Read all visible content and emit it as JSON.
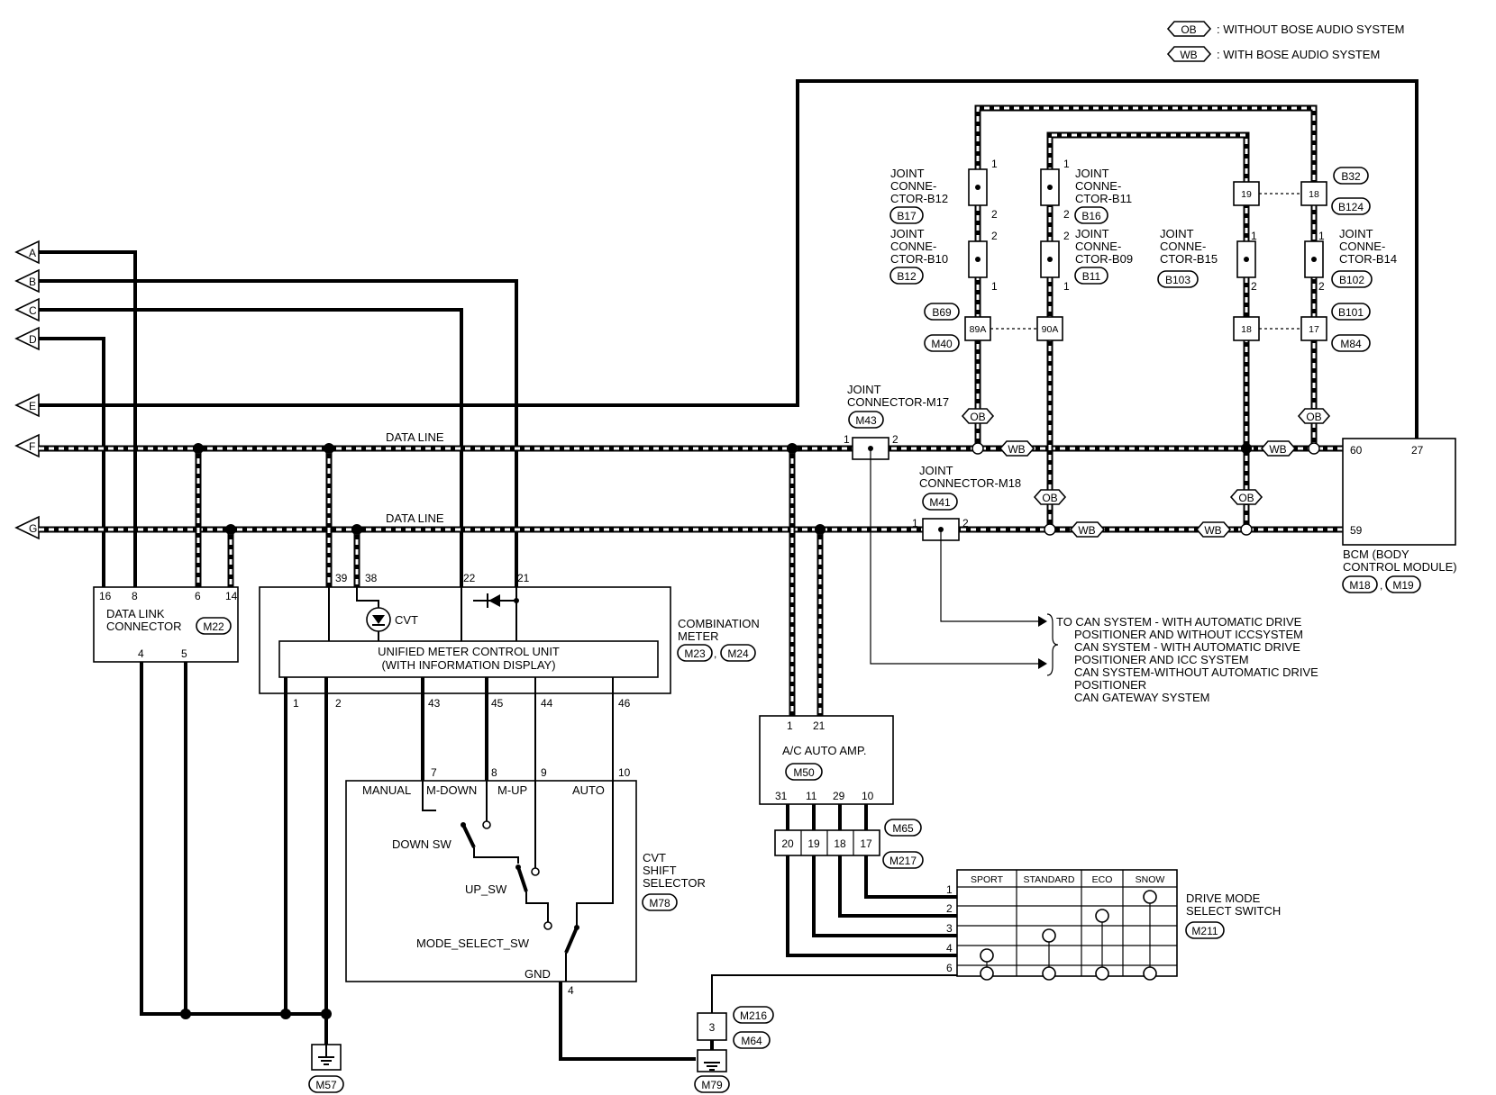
{
  "legend": {
    "ob_tag": "OB",
    "ob_text": ": WITHOUT BOSE AUDIO SYSTEM",
    "wb_tag": "WB",
    "wb_text": ": WITH BOSE AUDIO SYSTEM"
  },
  "offpage": [
    "A",
    "B",
    "C",
    "D",
    "E",
    "F",
    "G"
  ],
  "data_line": "DATA LINE",
  "joints": {
    "b12": [
      "JOINT",
      "CONNE-",
      "CTOR-B12"
    ],
    "b12_code": "B17",
    "b11": [
      "JOINT",
      "CONNE-",
      "CTOR-B11"
    ],
    "b11_code": "B16",
    "b10": [
      "JOINT",
      "CONNE-",
      "CTOR-B10"
    ],
    "b10_code": "B12",
    "b09": [
      "JOINT",
      "CONNE-",
      "CTOR-B09"
    ],
    "b09_code": "B11",
    "b15": [
      "JOINT",
      "CONNE-",
      "CTOR-B15"
    ],
    "b15_code": "B103",
    "b14": [
      "JOINT",
      "CONNE-",
      "CTOR-B14"
    ],
    "b14_code": "B102",
    "m17": [
      "JOINT",
      "CONNECTOR-M17"
    ],
    "m17_code": "M43",
    "m18": [
      "JOINT",
      "CONNECTOR-M18"
    ],
    "m18_code": "M41"
  },
  "inline": {
    "c19": "19",
    "c18a": "18",
    "c89a": "89A",
    "c90a": "90A",
    "c18b": "18",
    "c17": "17",
    "b32": "B32",
    "b124": "B124",
    "b69": "B69",
    "m40": "M40",
    "b101": "B101",
    "m84": "M84"
  },
  "pins": {
    "one": "1",
    "two": "2"
  },
  "bcm": {
    "pin60": "60",
    "pin27": "27",
    "pin59": "59",
    "label": [
      "BCM (BODY",
      "CONTROL MODULE)"
    ],
    "code1": "M18",
    "code2": "M19"
  },
  "dlc": {
    "label": [
      "DATA LINK",
      "CONNECTOR"
    ],
    "code": "M22",
    "top_pins": [
      "16",
      "8",
      "6",
      "14"
    ],
    "bottom_pins": [
      "4",
      "5"
    ]
  },
  "meter": {
    "top_pins": [
      "39",
      "38",
      "22",
      "21"
    ],
    "cvt": "CVT",
    "unit": [
      "UNIFIED METER CONTROL UNIT",
      "(WITH INFORMATION DISPLAY)"
    ],
    "label": [
      "COMBINATION",
      "METER"
    ],
    "code1": "M23",
    "code2": "M24",
    "bottom_pins": [
      "1",
      "2",
      "43",
      "45",
      "44",
      "46"
    ]
  },
  "can_notes": [
    "TO CAN SYSTEM - WITH AUTOMATIC DRIVE",
    "POSITIONER AND WITHOUT ICCSYSTEM",
    "CAN SYSTEM - WITH AUTOMATIC DRIVE",
    "POSITIONER AND ICC SYSTEM",
    "CAN SYSTEM-WITHOUT AUTOMATIC DRIVE",
    "POSITIONER",
    "CAN GATEWAY SYSTEM"
  ],
  "ac": {
    "top_pins": [
      "1",
      "21"
    ],
    "label": "A/C AUTO AMP.",
    "code": "M50",
    "bottom_pins": [
      "31",
      "11",
      "29",
      "10"
    ],
    "inline": [
      "20",
      "19",
      "18",
      "17"
    ],
    "code_m65": "M65",
    "code_m217": "M217"
  },
  "selector": {
    "top_pins": [
      "7",
      "8",
      "9",
      "10"
    ],
    "positions": [
      "MANUAL",
      "M-DOWN",
      "M-UP",
      "AUTO"
    ],
    "down": "DOWN  SW",
    "up": "UP_SW",
    "mode": "MODE_SELECT_SW",
    "gnd": "GND",
    "gnd_pin": "4",
    "label": [
      "CVT",
      "SHIFT",
      "SELECTOR"
    ],
    "code": "M78"
  },
  "drive_mode": {
    "cols": [
      "SPORT",
      "STANDARD",
      "ECO",
      "SNOW"
    ],
    "rows": [
      "1",
      "2",
      "3",
      "4",
      "6"
    ],
    "label": [
      "DRIVE MODE",
      "SELECT SWITCH"
    ],
    "code": "M211"
  },
  "ground": {
    "m57": "M57",
    "m79": "M79",
    "conn": "3",
    "m216": "M216",
    "m64": "M64"
  }
}
